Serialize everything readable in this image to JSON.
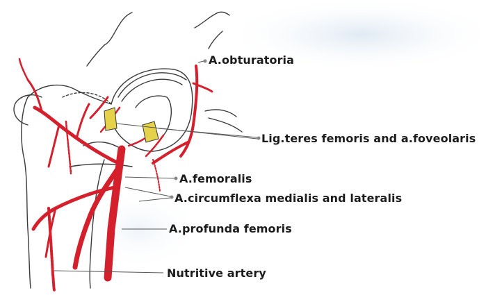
{
  "labels": {
    "obturatoria": "A.obturatoria",
    "teres": "Lig.teres femoris and a.foveolaris",
    "femoralis": "A.femoralis",
    "circumflexa": "A.circumflexa medialis  and lateralis",
    "profunda": "A.profunda femoris",
    "nutritive": "Nutritive artery"
  },
  "colors": {
    "artery": "#d4202c",
    "outline": "#3a3a3a",
    "ligament": "#e6d24a",
    "leader": "#555555",
    "haze": "#dce7f2"
  }
}
